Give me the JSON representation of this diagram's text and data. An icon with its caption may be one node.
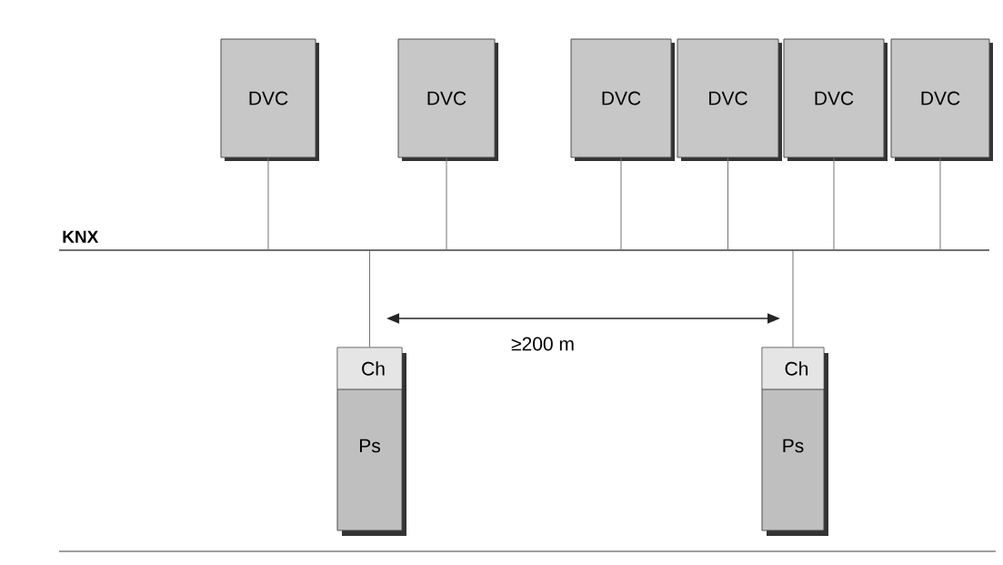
{
  "diagram": {
    "nodes": [
      {
        "text": [
          "KNX"
        ]
      },
      {
        "text": [
          "DVC"
        ]
      },
      {
        "text": [
          "DVC"
        ]
      },
      {
        "text": [
          "DVC"
        ]
      },
      {
        "text": [
          "DVC"
        ]
      },
      {
        "text": [
          "DVC"
        ]
      },
      {
        "text": [
          "DVC"
        ]
      },
      {
        "text": [
          "Ch",
          "Ps"
        ]
      },
      {
        "text": [
          "Ch",
          "Ps"
        ]
      }
    ],
    "edges": [
      {
        "from": 1,
        "to": 0,
        "arrow": "none"
      },
      {
        "from": 2,
        "to": 0,
        "arrow": "none"
      },
      {
        "from": 3,
        "to": 0,
        "arrow": "none"
      },
      {
        "from": 4,
        "to": 0,
        "arrow": "none"
      },
      {
        "from": 5,
        "to": 0,
        "arrow": "none"
      },
      {
        "from": 6,
        "to": 0,
        "arrow": "none"
      },
      {
        "from": 0,
        "to": 7,
        "arrow": "none"
      },
      {
        "from": 0,
        "to": 8,
        "arrow": "none"
      }
    ],
    "labels": [
      "≥200 m"
    ]
  }
}
